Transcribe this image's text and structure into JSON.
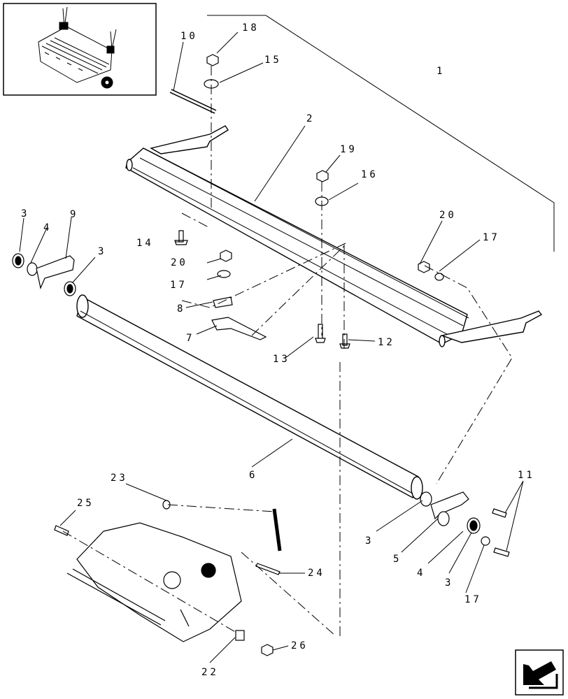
{
  "diagram": {
    "callouts": [
      {
        "id": "c1",
        "label": "1"
      },
      {
        "id": "c2",
        "label": "2"
      },
      {
        "id": "c3a",
        "label": "3"
      },
      {
        "id": "c3b",
        "label": "3"
      },
      {
        "id": "c3c",
        "label": "3"
      },
      {
        "id": "c3d",
        "label": "3"
      },
      {
        "id": "c4a",
        "label": "4"
      },
      {
        "id": "c4b",
        "label": "4"
      },
      {
        "id": "c5",
        "label": "5"
      },
      {
        "id": "c6",
        "label": "6"
      },
      {
        "id": "c7",
        "label": "7"
      },
      {
        "id": "c8",
        "label": "8"
      },
      {
        "id": "c9",
        "label": "9"
      },
      {
        "id": "c10",
        "label": "10"
      },
      {
        "id": "c11",
        "label": "11"
      },
      {
        "id": "c12",
        "label": "12"
      },
      {
        "id": "c13",
        "label": "13"
      },
      {
        "id": "c14",
        "label": "14"
      },
      {
        "id": "c15",
        "label": "15"
      },
      {
        "id": "c16",
        "label": "16"
      },
      {
        "id": "c17a",
        "label": "17"
      },
      {
        "id": "c17b",
        "label": "17"
      },
      {
        "id": "c17c",
        "label": "17"
      },
      {
        "id": "c18",
        "label": "18"
      },
      {
        "id": "c19",
        "label": "19"
      },
      {
        "id": "c20a",
        "label": "20"
      },
      {
        "id": "c20b",
        "label": "20"
      },
      {
        "id": "c22",
        "label": "22"
      },
      {
        "id": "c23",
        "label": "23"
      },
      {
        "id": "c24",
        "label": "24"
      },
      {
        "id": "c25",
        "label": "25"
      },
      {
        "id": "c26",
        "label": "26"
      }
    ],
    "icons": {
      "thumbnail": "machine-thumbnail-icon",
      "nav": "back-arrow-icon"
    }
  }
}
